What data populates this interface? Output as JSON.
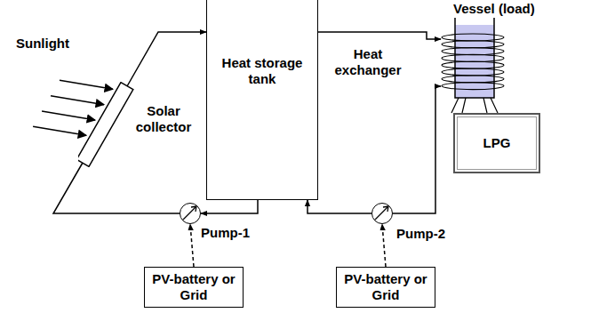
{
  "diagram": {
    "nodes": [
      {
        "text": [
          "Solar collector"
        ]
      },
      {
        "text": [
          "Heat storage tank"
        ]
      },
      {
        "text": [
          "Vessel (load)"
        ]
      },
      {
        "text": [
          "Heat exchanger"
        ]
      },
      {
        "text": [
          "LPG"
        ]
      },
      {
        "text": [
          "Pump-1"
        ]
      },
      {
        "text": [
          "Pump-2"
        ]
      },
      {
        "text": [
          "PV-battery or Grid"
        ]
      },
      {
        "text": [
          "PV-battery or Grid"
        ]
      }
    ],
    "edges": [
      {
        "from": 0,
        "to": 1,
        "arrow": "to"
      },
      {
        "from": 1,
        "to": 3,
        "arrow": "to"
      },
      {
        "from": 1,
        "to": 5,
        "arrow": "to"
      },
      {
        "from": 5,
        "to": 0,
        "arrow": "none"
      },
      {
        "from": 6,
        "to": 1,
        "arrow": "to"
      },
      {
        "from": 6,
        "to": 3,
        "arrow": "to"
      },
      {
        "from": 7,
        "to": 5,
        "arrow": "to"
      },
      {
        "from": 8,
        "to": 6,
        "arrow": "to"
      }
    ],
    "labels": [
      "Sunlight"
    ]
  }
}
